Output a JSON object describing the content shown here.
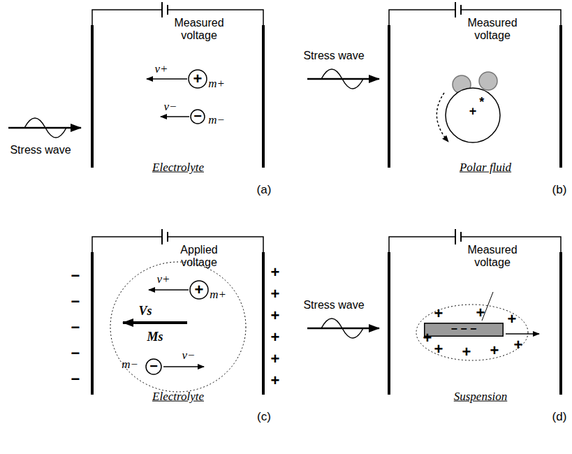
{
  "diagram": {
    "nodes": [
      {
        "text": [
          "+"
        ]
      },
      {
        "text": [
          "−"
        ]
      },
      {
        "text": [
          "*",
          "+"
        ]
      },
      {
        "text": [
          "+"
        ]
      },
      {
        "text": [
          "−"
        ]
      },
      {
        "text": [
          "− − −"
        ]
      }
    ],
    "labels": [
      "Measured voltage",
      "Stress wave",
      "v+",
      "m+",
      "v−",
      "m−",
      "Electrolyte",
      "(a)",
      "Measured voltage",
      "Stress wave",
      "Polar fluid",
      "(b)",
      "Applied voltage",
      "v+",
      "m+",
      "Vs",
      "Ms",
      "m−",
      "v−",
      "Electrolyte",
      "(c)",
      "−",
      "−",
      "−",
      "−",
      "−",
      "+",
      "+",
      "+",
      "+",
      "+",
      "+",
      "Stress wave",
      "Measured voltage",
      "Suspension",
      "(d)",
      "+",
      "+",
      "+",
      "+",
      "+",
      "+",
      "+",
      "+"
    ]
  }
}
